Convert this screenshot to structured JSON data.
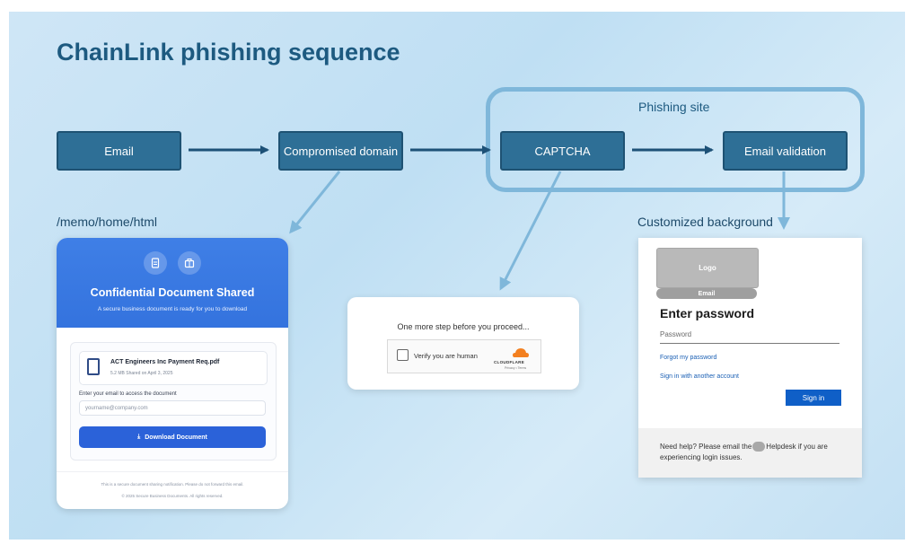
{
  "title": "ChainLink phishing sequence",
  "flow": {
    "nodes": [
      "Email",
      "Compromised domain",
      "CAPTCHA",
      "Email validation"
    ],
    "group_label": "Phishing site"
  },
  "captions": {
    "memo": "/memo/home/html",
    "custom_bg": "Customized background"
  },
  "colors": {
    "node_fill": "#2e6f96",
    "arrow_dark": "#1d5177",
    "arrow_light": "#7fb7da"
  },
  "doc_card": {
    "title": "Confidential Document Shared",
    "subtitle": "A secure business document is ready for you to download",
    "icons": [
      "document-icon",
      "briefcase-icon"
    ],
    "file_name": "ACT Engineers Inc Payment Req.pdf",
    "file_meta": "5.2 MB Shared on April 3, 2025",
    "email_label": "Enter your email to access the document",
    "email_placeholder": "yourname@company.com",
    "download_button": "Download Document",
    "footer_note": "This is a secure document sharing notification. Please do not forward this email.",
    "copyright": "© 2025 Secure Business Documents. All rights reserved."
  },
  "captcha_card": {
    "prompt": "One more step before you proceed...",
    "checkbox_label": "Verify you are human",
    "brand": "CLOUDFLARE",
    "brand_small": "Privacy • Terms"
  },
  "login_card": {
    "logo": "Logo",
    "email": "Email",
    "heading": "Enter password",
    "password_placeholder": "Password",
    "forgot": "Forgot my password",
    "other_account": "Sign in with another account",
    "sign_in": "Sign in",
    "help_before": "Need help? Please email the",
    "help_after": "Helpdesk if you are experiencing login issues."
  }
}
